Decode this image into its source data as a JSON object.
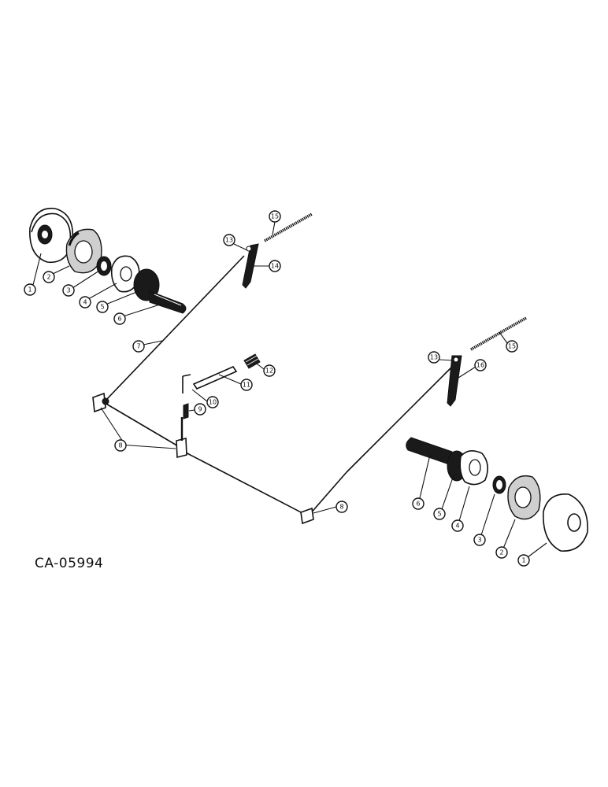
{
  "drawing_code": "CA-05994",
  "callouts": {
    "left_brake": [
      "1",
      "2",
      "3",
      "4",
      "5",
      "6"
    ],
    "linkage": [
      "7",
      "8",
      "9",
      "10",
      "11",
      "12"
    ],
    "upper_left": [
      "13",
      "14",
      "15"
    ],
    "right_upper": [
      "13",
      "16",
      "15"
    ],
    "right_brake": [
      "6",
      "5",
      "4",
      "3",
      "2",
      "1"
    ],
    "bracket_right": "8"
  }
}
